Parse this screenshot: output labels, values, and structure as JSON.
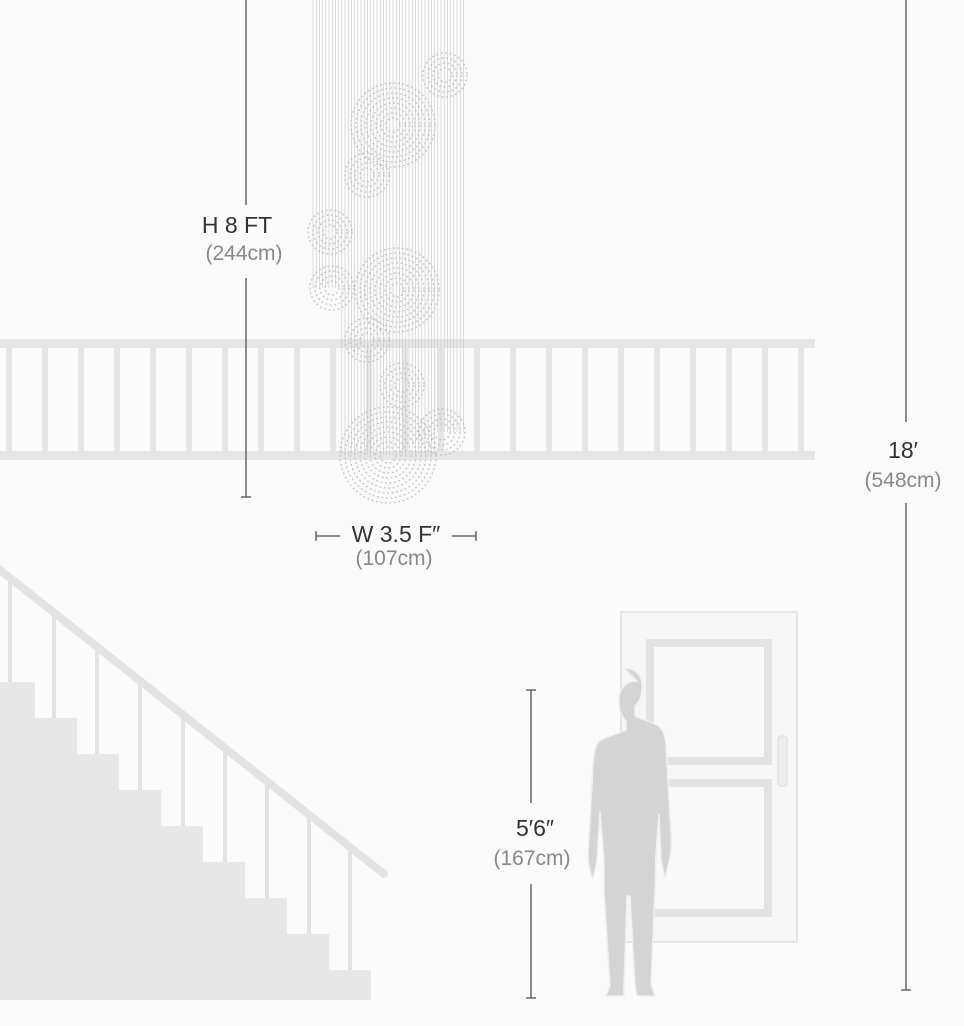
{
  "dimensions": {
    "height": {
      "main": "H 8 FT",
      "sub": "(244cm)"
    },
    "width": {
      "main": "W 3.5 F″",
      "sub": "(107cm)"
    },
    "ceiling": {
      "main": "18′",
      "sub": "(548cm)"
    },
    "person": {
      "main": "5′6″",
      "sub": "(167cm)"
    }
  },
  "colors": {
    "background": "#fbfbfb",
    "structure": "#e6e6e6",
    "silhouette": "#d4d4d4",
    "dimension_line": "#666666"
  }
}
